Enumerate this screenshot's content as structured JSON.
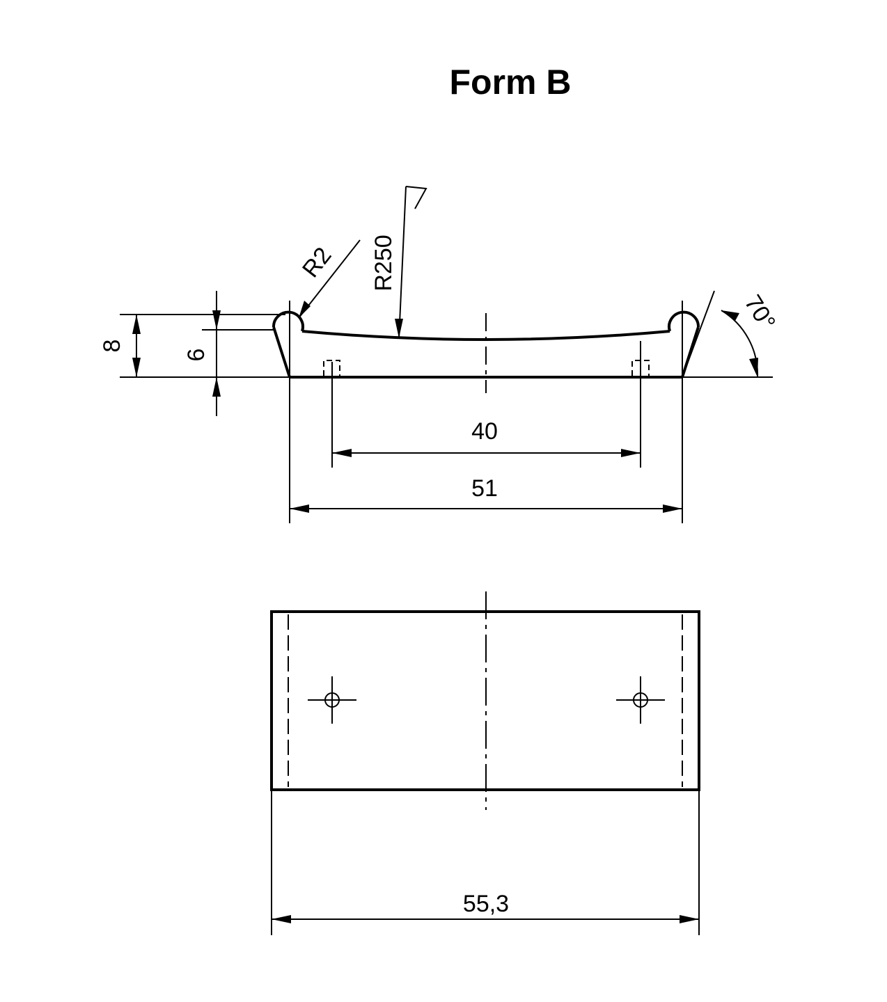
{
  "title": "Form B",
  "dimensions": {
    "height_8": "8",
    "height_6": "6",
    "radius_small": "R2",
    "radius_large": "R250",
    "angle": "70°",
    "hole_spacing": "40",
    "base_width": "51",
    "total_width": "55,3"
  },
  "colors": {
    "line": "#000000",
    "background": "#ffffff"
  }
}
